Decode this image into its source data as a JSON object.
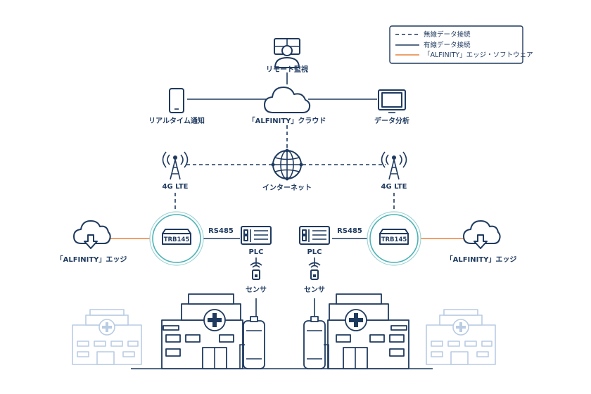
{
  "legend": {
    "wireless": "無線データ接続",
    "wired": "有線データ接続",
    "edge_software": "「ALFINITY」エッジ・ソフトウェア"
  },
  "colors": {
    "primary": "#1f3a5f",
    "edge_line": "#e8803a",
    "router_ring": "#4db2b6",
    "ghost_building": "#b9cce4"
  },
  "nodes": {
    "remote_monitoring": "リモート監視",
    "realtime_notification": "リアルタイム通知",
    "cloud": "「ALFINITY」クラウド",
    "data_analysis": "データ分析",
    "internet": "インターネット",
    "lte_left": "4G LTE",
    "lte_right": "4G LTE",
    "router_left": "TRB145",
    "router_right": "TRB145",
    "rs485_left": "RS485",
    "rs485_right": "RS485",
    "plc_left": "PLC",
    "plc_right": "PLC",
    "sensor_left": "センサ",
    "sensor_right": "センサ",
    "edge_left": "「ALFINITY」エッジ",
    "edge_right": "「ALFINITY」エッジ"
  },
  "icons": {
    "remote_monitoring": "operator-monitor-icon",
    "realtime_notification": "smartphone-icon",
    "cloud": "cloud-icon",
    "data_analysis": "tablet-icon",
    "internet": "globe-icon",
    "lte": "cell-tower-icon",
    "router": "router-icon",
    "plc": "plc-panel-icon",
    "sensor": "wireless-sensor-icon",
    "edge": "cloud-download-icon",
    "building": "hospital-building-icon"
  }
}
